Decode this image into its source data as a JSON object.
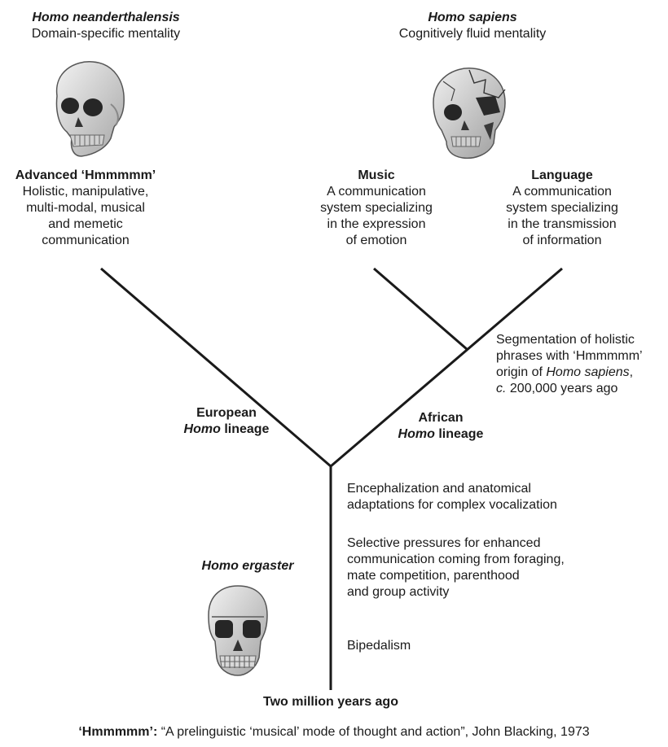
{
  "species": {
    "neanderthal": {
      "name": "Homo neanderthalensis",
      "mentality": "Domain-specific mentality"
    },
    "sapiens": {
      "name": "Homo sapiens",
      "mentality": "Cognitively fluid mentality"
    },
    "ergaster": {
      "name": "Homo ergaster"
    }
  },
  "branches": {
    "hmmmmm": {
      "title": "Advanced ‘Hmmmmm’",
      "lines": [
        "Holistic, manipulative,",
        "multi-modal, musical",
        "and memetic",
        "communication"
      ]
    },
    "music": {
      "title": "Music",
      "lines": [
        "A communication",
        "system specializing",
        "in the expression",
        "of emotion"
      ]
    },
    "language": {
      "title": "Language",
      "lines": [
        "A communication",
        "system specializing",
        "in the transmission",
        "of information"
      ]
    }
  },
  "segmentation": {
    "line1": "Segmentation of holistic",
    "line2": "phrases with ‘Hmmmmm’",
    "line3_prefix": "origin of ",
    "line3_species": "Homo sapiens",
    "line3_suffix": ",",
    "line4_c": "c.",
    "line4_rest": " 200,000 years ago"
  },
  "lineages": {
    "european": {
      "line1": "European",
      "homo": "Homo",
      "rest": " lineage"
    },
    "african": {
      "line1": "African",
      "homo": "Homo",
      "rest": " lineage"
    }
  },
  "stem_notes": {
    "encephalization": [
      "Encephalization and anatomical",
      "adaptations for complex vocalization"
    ],
    "pressures": [
      "Selective pressures for enhanced",
      "communication coming from foraging,",
      "mate competition, parenthood",
      "and group activity"
    ],
    "bipedalism": "Bipedalism"
  },
  "base_label": "Two million years ago",
  "footnote": {
    "term": "‘Hmmmmm’:",
    "text": " “A prelinguistic ‘musical’ mode of thought and action”, John Blacking, 1973"
  },
  "icons": [
    "neanderthal-skull-icon",
    "sapiens-skull-icon",
    "ergaster-skull-icon"
  ],
  "colors": {
    "ink": "#1a1a1a",
    "skull_light": "#e6e6e6",
    "skull_shade": "#9a9a9a",
    "skull_dark": "#2a2a2a"
  }
}
